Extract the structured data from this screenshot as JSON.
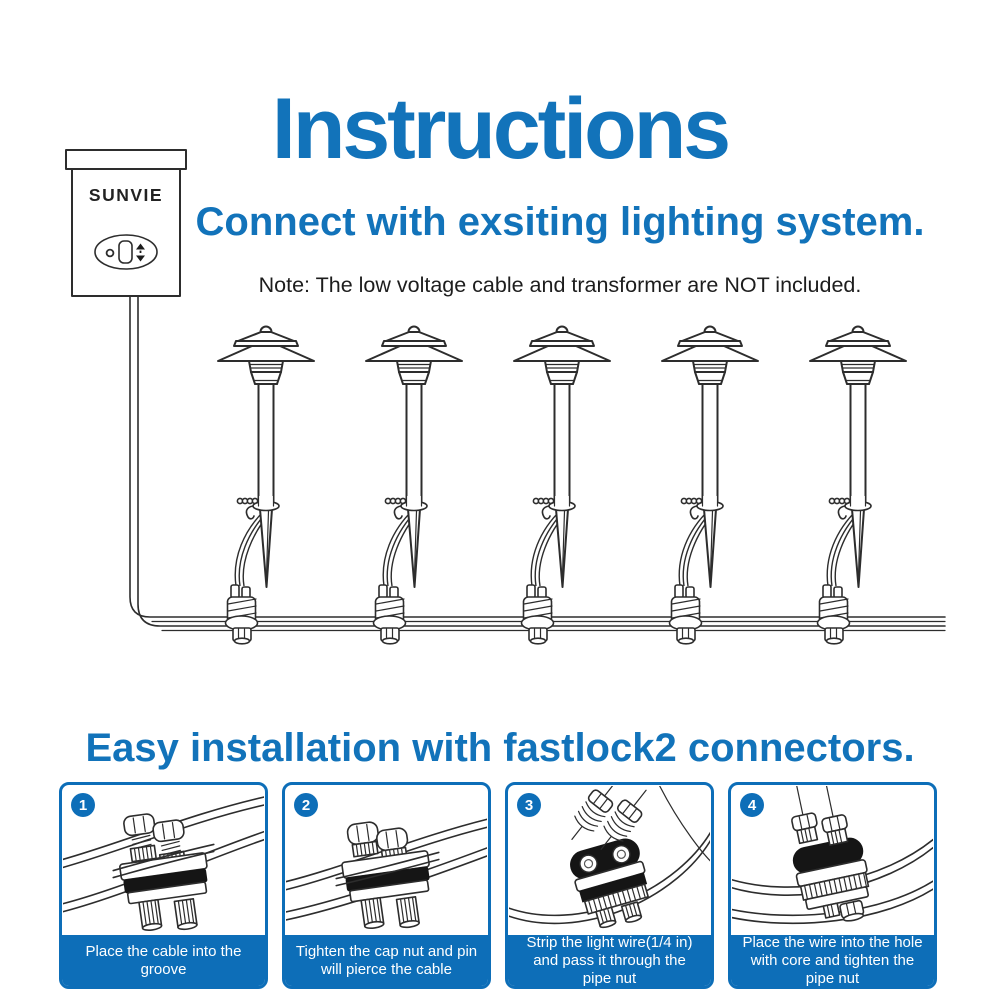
{
  "page": {
    "title": "Instructions",
    "background": "#ffffff"
  },
  "colors": {
    "accent_blue": "#1273BA",
    "panel_blue": "#0D6EB8",
    "caption_text": "#ffffff",
    "line_art": "#2d2d2d",
    "note_text": "#1d1d1d"
  },
  "connect_section": {
    "heading": "Connect with exsiting lighting system.",
    "note": "Note: The low voltage cable and transformer are NOT included.",
    "transformer": {
      "brand": "SUNVIE"
    },
    "lights_count": 5
  },
  "install_section": {
    "heading": "Easy installation with fastlock2 connectors.",
    "steps": [
      {
        "number": "1",
        "caption": "Place the cable into the groove"
      },
      {
        "number": "2",
        "caption": "Tighten the cap nut and pin will pierce the cable"
      },
      {
        "number": "3",
        "caption": "Strip the light wire(1/4 in) and pass it through the pipe nut"
      },
      {
        "number": "4",
        "caption": "Place the wire into the hole with core and tighten the pipe nut"
      }
    ]
  }
}
